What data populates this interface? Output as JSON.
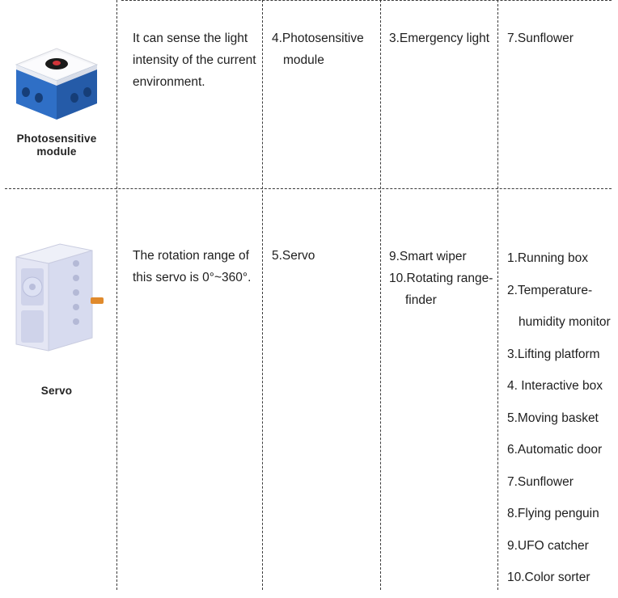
{
  "rows": [
    {
      "caption": "Photosensitive module",
      "description": [
        "It can sense the light",
        "intensity of the current",
        "environment."
      ],
      "module_ref": [
        "4.Photosensitive",
        "module"
      ],
      "projects_a": [
        "3.Emergency light"
      ],
      "projects_b": [
        "7.Sunflower"
      ]
    },
    {
      "caption": "Servo",
      "description": [
        "The rotation range of",
        "this servo is 0°~360°."
      ],
      "module_ref": [
        "5.Servo"
      ],
      "projects_a": [
        "9.Smart wiper",
        "10.Rotating range-",
        "finder"
      ],
      "projects_b": [
        "1.Running box",
        "2.Temperature-",
        "humidity monitor",
        "3.Lifting platform",
        "4. Interactive box",
        "5.Moving basket",
        "6.Automatic door",
        "7.Sunflower",
        "8.Flying penguin",
        "9.UFO catcher",
        "10.Color sorter"
      ]
    }
  ],
  "colors": {
    "photosensitive_body": "#2f6fc6",
    "servo_body": "#e4e6f4",
    "servo_shaft": "#e08a2c"
  }
}
